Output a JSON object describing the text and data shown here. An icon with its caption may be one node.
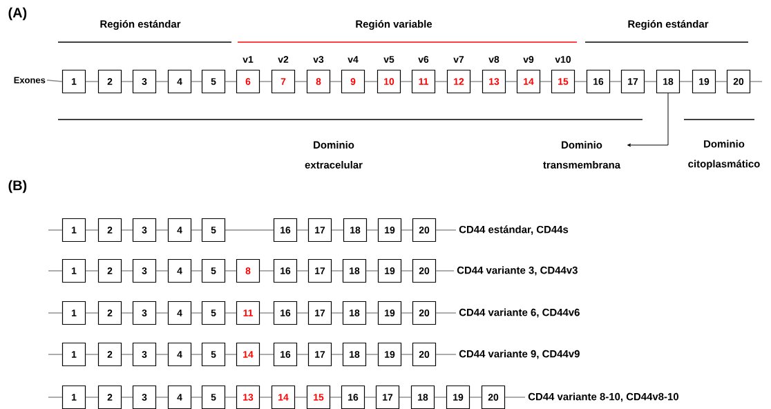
{
  "diagram": {
    "nodes": [
      {
        "text": [
          "Exones"
        ]
      },
      {
        "text": [
          "1"
        ]
      },
      {
        "text": [
          "2"
        ]
      },
      {
        "text": [
          "3"
        ]
      },
      {
        "text": [
          "4"
        ]
      },
      {
        "text": [
          "5"
        ]
      },
      {
        "text": [
          "6"
        ],
        "beside": [
          "v1"
        ]
      },
      {
        "text": [
          "7"
        ],
        "beside": [
          "v2"
        ]
      },
      {
        "text": [
          "8"
        ],
        "beside": [
          "v3"
        ]
      },
      {
        "text": [
          "9"
        ],
        "beside": [
          "v4"
        ]
      },
      {
        "text": [
          "10"
        ],
        "beside": [
          "v5"
        ]
      },
      {
        "text": [
          "11"
        ],
        "beside": [
          "v6"
        ]
      },
      {
        "text": [
          "12"
        ],
        "beside": [
          "v7"
        ]
      },
      {
        "text": [
          "13"
        ],
        "beside": [
          "v8"
        ]
      },
      {
        "text": [
          "14"
        ],
        "beside": [
          "v9"
        ]
      },
      {
        "text": [
          "15"
        ],
        "beside": [
          "v10"
        ]
      },
      {
        "text": [
          "16"
        ]
      },
      {
        "text": [
          "17"
        ]
      },
      {
        "text": [
          "18"
        ]
      },
      {
        "text": [
          "19"
        ]
      },
      {
        "text": [
          "20"
        ]
      },
      {
        "text": [
          "Dominio transmembrana"
        ]
      },
      {
        "text": [
          "1"
        ]
      },
      {
        "text": [
          "2"
        ]
      },
      {
        "text": [
          "3"
        ]
      },
      {
        "text": [
          "4"
        ]
      },
      {
        "text": [
          "5"
        ]
      },
      {
        "text": [
          "16"
        ]
      },
      {
        "text": [
          "17"
        ]
      },
      {
        "text": [
          "18"
        ]
      },
      {
        "text": [
          "19"
        ]
      },
      {
        "text": [
          "20"
        ]
      },
      {
        "text": [
          "CD44 estándar, CD44s"
        ]
      },
      {
        "text": [
          "1"
        ]
      },
      {
        "text": [
          "2"
        ]
      },
      {
        "text": [
          "3"
        ]
      },
      {
        "text": [
          "4"
        ]
      },
      {
        "text": [
          "5"
        ]
      },
      {
        "text": [
          "8"
        ]
      },
      {
        "text": [
          "16"
        ]
      },
      {
        "text": [
          "17"
        ]
      },
      {
        "text": [
          "18"
        ]
      },
      {
        "text": [
          "19"
        ]
      },
      {
        "text": [
          "20"
        ]
      },
      {
        "text": [
          "CD44 variante 3, CD44v3"
        ]
      },
      {
        "text": [
          "1"
        ]
      },
      {
        "text": [
          "2"
        ]
      },
      {
        "text": [
          "3"
        ]
      },
      {
        "text": [
          "4"
        ]
      },
      {
        "text": [
          "5"
        ]
      },
      {
        "text": [
          "11"
        ]
      },
      {
        "text": [
          "16"
        ]
      },
      {
        "text": [
          "17"
        ]
      },
      {
        "text": [
          "18"
        ]
      },
      {
        "text": [
          "19"
        ]
      },
      {
        "text": [
          "20"
        ]
      },
      {
        "text": [
          "CD44 variante 6, CD44v6"
        ]
      },
      {
        "text": [
          "1"
        ]
      },
      {
        "text": [
          "2"
        ]
      },
      {
        "text": [
          "3"
        ]
      },
      {
        "text": [
          "4"
        ]
      },
      {
        "text": [
          "5"
        ]
      },
      {
        "text": [
          "14"
        ]
      },
      {
        "text": [
          "16"
        ]
      },
      {
        "text": [
          "17"
        ]
      },
      {
        "text": [
          "18"
        ]
      },
      {
        "text": [
          "19"
        ]
      },
      {
        "text": [
          "20"
        ]
      },
      {
        "text": [
          "CD44 variante 9, CD44v9"
        ]
      },
      {
        "text": [
          "1"
        ]
      },
      {
        "text": [
          "2"
        ]
      },
      {
        "text": [
          "3"
        ]
      },
      {
        "text": [
          "4"
        ]
      },
      {
        "text": [
          "5"
        ]
      },
      {
        "text": [
          "13"
        ]
      },
      {
        "text": [
          "14"
        ]
      },
      {
        "text": [
          "15"
        ]
      },
      {
        "text": [
          "16"
        ]
      },
      {
        "text": [
          "17"
        ]
      },
      {
        "text": [
          "18"
        ]
      },
      {
        "text": [
          "19"
        ]
      },
      {
        "text": [
          "20"
        ]
      },
      {
        "text": [
          "CD44 variante 8-10, CD44v8-10"
        ]
      }
    ],
    "edges": [
      {
        "from": 0,
        "to": 1,
        "arrow": "none"
      },
      {
        "from": 1,
        "to": 2,
        "arrow": "none"
      },
      {
        "from": 2,
        "to": 3,
        "arrow": "none"
      },
      {
        "from": 3,
        "to": 4,
        "arrow": "none"
      },
      {
        "from": 4,
        "to": 5,
        "arrow": "none"
      },
      {
        "from": 5,
        "to": 6,
        "arrow": "none"
      },
      {
        "from": 6,
        "to": 7,
        "arrow": "none"
      },
      {
        "from": 7,
        "to": 8,
        "arrow": "none"
      },
      {
        "from": 8,
        "to": 9,
        "arrow": "none"
      },
      {
        "from": 9,
        "to": 10,
        "arrow": "none"
      },
      {
        "from": 10,
        "to": 11,
        "arrow": "none"
      },
      {
        "from": 11,
        "to": 12,
        "arrow": "none"
      },
      {
        "from": 12,
        "to": 13,
        "arrow": "none"
      },
      {
        "from": 13,
        "to": 14,
        "arrow": "none"
      },
      {
        "from": 14,
        "to": 15,
        "arrow": "none"
      },
      {
        "from": 15,
        "to": 16,
        "arrow": "none"
      },
      {
        "from": 16,
        "to": 17,
        "arrow": "none"
      },
      {
        "from": 17,
        "to": 18,
        "arrow": "none"
      },
      {
        "from": 18,
        "to": 19,
        "arrow": "none"
      },
      {
        "from": 19,
        "to": 20,
        "arrow": "none"
      },
      {
        "from": 20,
        "to": null,
        "arrow": "none"
      },
      {
        "from": 18,
        "to": 21,
        "arrow": "to",
        "color": "#000000"
      },
      {
        "from": null,
        "to": 22,
        "arrow": "none"
      },
      {
        "from": 22,
        "to": 23,
        "arrow": "none"
      },
      {
        "from": 23,
        "to": 24,
        "arrow": "none"
      },
      {
        "from": 24,
        "to": 25,
        "arrow": "none"
      },
      {
        "from": 25,
        "to": 26,
        "arrow": "none"
      },
      {
        "from": 26,
        "to": 27,
        "arrow": "none"
      },
      {
        "from": 27,
        "to": 28,
        "arrow": "none"
      },
      {
        "from": 28,
        "to": 29,
        "arrow": "none"
      },
      {
        "from": 29,
        "to": 30,
        "arrow": "none"
      },
      {
        "from": 30,
        "to": 31,
        "arrow": "none"
      },
      {
        "from": 31,
        "to": 32,
        "arrow": "none"
      },
      {
        "from": null,
        "to": 33,
        "arrow": "none"
      },
      {
        "from": 33,
        "to": 34,
        "arrow": "none"
      },
      {
        "from": 34,
        "to": 35,
        "arrow": "none"
      },
      {
        "from": 35,
        "to": 36,
        "arrow": "none"
      },
      {
        "from": 36,
        "to": 37,
        "arrow": "none"
      },
      {
        "from": 37,
        "to": 38,
        "arrow": "none"
      },
      {
        "from": 38,
        "to": 39,
        "arrow": "none"
      },
      {
        "from": 39,
        "to": 40,
        "arrow": "none"
      },
      {
        "from": 40,
        "to": 41,
        "arrow": "none"
      },
      {
        "from": 41,
        "to": 42,
        "arrow": "none"
      },
      {
        "from": 42,
        "to": 43,
        "arrow": "none"
      },
      {
        "from": 43,
        "to": 44,
        "arrow": "none"
      },
      {
        "from": null,
        "to": 45,
        "arrow": "none"
      },
      {
        "from": 45,
        "to": 46,
        "arrow": "none"
      },
      {
        "from": 46,
        "to": 47,
        "arrow": "none"
      },
      {
        "from": 47,
        "to": 48,
        "arrow": "none"
      },
      {
        "from": 48,
        "to": 49,
        "arrow": "none"
      },
      {
        "from": 49,
        "to": 50,
        "arrow": "none"
      },
      {
        "from": 50,
        "to": 51,
        "arrow": "none"
      },
      {
        "from": 51,
        "to": 52,
        "arrow": "none"
      },
      {
        "from": 52,
        "to": 53,
        "arrow": "none"
      },
      {
        "from": 53,
        "to": 54,
        "arrow": "none"
      },
      {
        "from": 54,
        "to": 55,
        "arrow": "none"
      },
      {
        "from": 55,
        "to": 56,
        "arrow": "none"
      },
      {
        "from": null,
        "to": 57,
        "arrow": "none"
      },
      {
        "from": 57,
        "to": 58,
        "arrow": "none"
      },
      {
        "from": 58,
        "to": 59,
        "arrow": "none"
      },
      {
        "from": 59,
        "to": 60,
        "arrow": "none"
      },
      {
        "from": 60,
        "to": 61,
        "arrow": "none"
      },
      {
        "from": 61,
        "to": 62,
        "arrow": "none"
      },
      {
        "from": 62,
        "to": 63,
        "arrow": "none"
      },
      {
        "from": 63,
        "to": 64,
        "arrow": "none"
      },
      {
        "from": 64,
        "to": 65,
        "arrow": "none"
      },
      {
        "from": 65,
        "to": 66,
        "arrow": "none"
      },
      {
        "from": 66,
        "to": 67,
        "arrow": "none"
      },
      {
        "from": 67,
        "to": 68,
        "arrow": "none"
      },
      {
        "from": null,
        "to": 69,
        "arrow": "none"
      },
      {
        "from": 69,
        "to": 70,
        "arrow": "none"
      },
      {
        "from": 70,
        "to": 71,
        "arrow": "none"
      },
      {
        "from": 71,
        "to": 72,
        "arrow": "none"
      },
      {
        "from": 72,
        "to": 73,
        "arrow": "none"
      },
      {
        "from": 73,
        "to": 74,
        "arrow": "none"
      },
      {
        "from": 74,
        "to": 75,
        "arrow": "none"
      },
      {
        "from": 75,
        "to": 76,
        "arrow": "none"
      },
      {
        "from": 76,
        "to": 77,
        "arrow": "none"
      },
      {
        "from": 77,
        "to": 78,
        "arrow": "none"
      },
      {
        "from": 78,
        "to": 79,
        "arrow": "none"
      },
      {
        "from": 79,
        "to": 80,
        "arrow": "none"
      },
      {
        "from": 80,
        "to": 81,
        "arrow": "none"
      },
      {
        "from": 81,
        "to": 82,
        "arrow": "none"
      }
    ],
    "labels": [
      "(A)",
      "Región estándar",
      "Región variable",
      "Región estándar",
      "Dominio extracelular",
      "Dominio citoplasmático",
      "(B)"
    ]
  }
}
